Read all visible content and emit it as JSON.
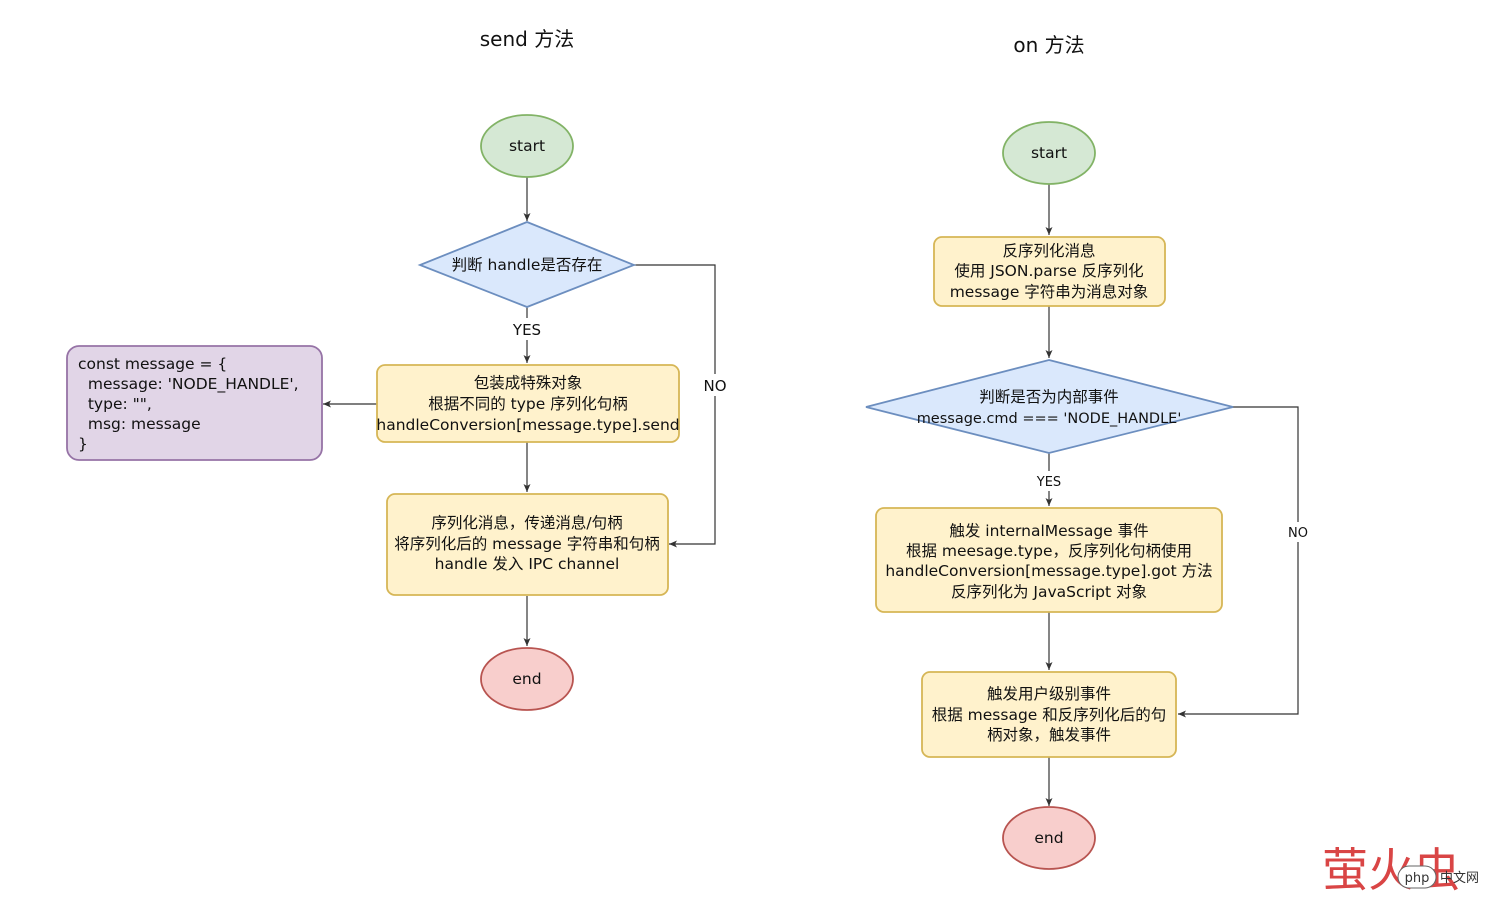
{
  "titles": {
    "send": "send 方法",
    "on": "on 方法"
  },
  "colors": {
    "start_fill": "#d5e8d4",
    "start_stroke": "#82b366",
    "end_fill": "#f8cecc",
    "end_stroke": "#b85450",
    "process_fill": "#fff2cc",
    "process_stroke": "#d6b656",
    "decision_fill": "#dae8fc",
    "decision_stroke": "#6c8ebf",
    "code_fill": "#e1d5e7",
    "code_stroke": "#9673a6",
    "watermark": "#d94545"
  },
  "send": {
    "start": "start",
    "decision": "判断 handle是否存在",
    "yes": "YES",
    "no": "NO",
    "wrap": [
      "包装成特殊对象",
      "根据不同的 type 序列化句柄",
      "handleConversion[message.type].send"
    ],
    "code": [
      "const message = {",
      "  message: 'NODE_HANDLE',",
      "  type: \"\",",
      "  msg: message",
      "}"
    ],
    "serialize": [
      "序列化消息，传递消息/句柄",
      "将序列化后的 message 字符串和句柄",
      "handle 发入 IPC channel"
    ],
    "end": "end"
  },
  "on": {
    "start": "start",
    "deserialize": [
      "反序列化消息",
      "使用 JSON.parse 反序列化",
      "message 字符串为消息对象"
    ],
    "decision": [
      "判断是否为内部事件",
      "message.cmd === 'NODE_HANDLE'"
    ],
    "yes": "YES",
    "no": "NO",
    "internal": [
      "触发 internalMessage 事件",
      "根据 meesage.type，反序列化句柄使用",
      "handleConversion[message.type].got 方法",
      "反序列化为 JavaScript 对象"
    ],
    "user": [
      "触发用户级别事件",
      "根据 message 和反序列化后的句",
      "柄对象，触发事件"
    ],
    "end": "end"
  },
  "watermark": {
    "brand": "萤火虫",
    "php": "php",
    "site": "中文网"
  }
}
